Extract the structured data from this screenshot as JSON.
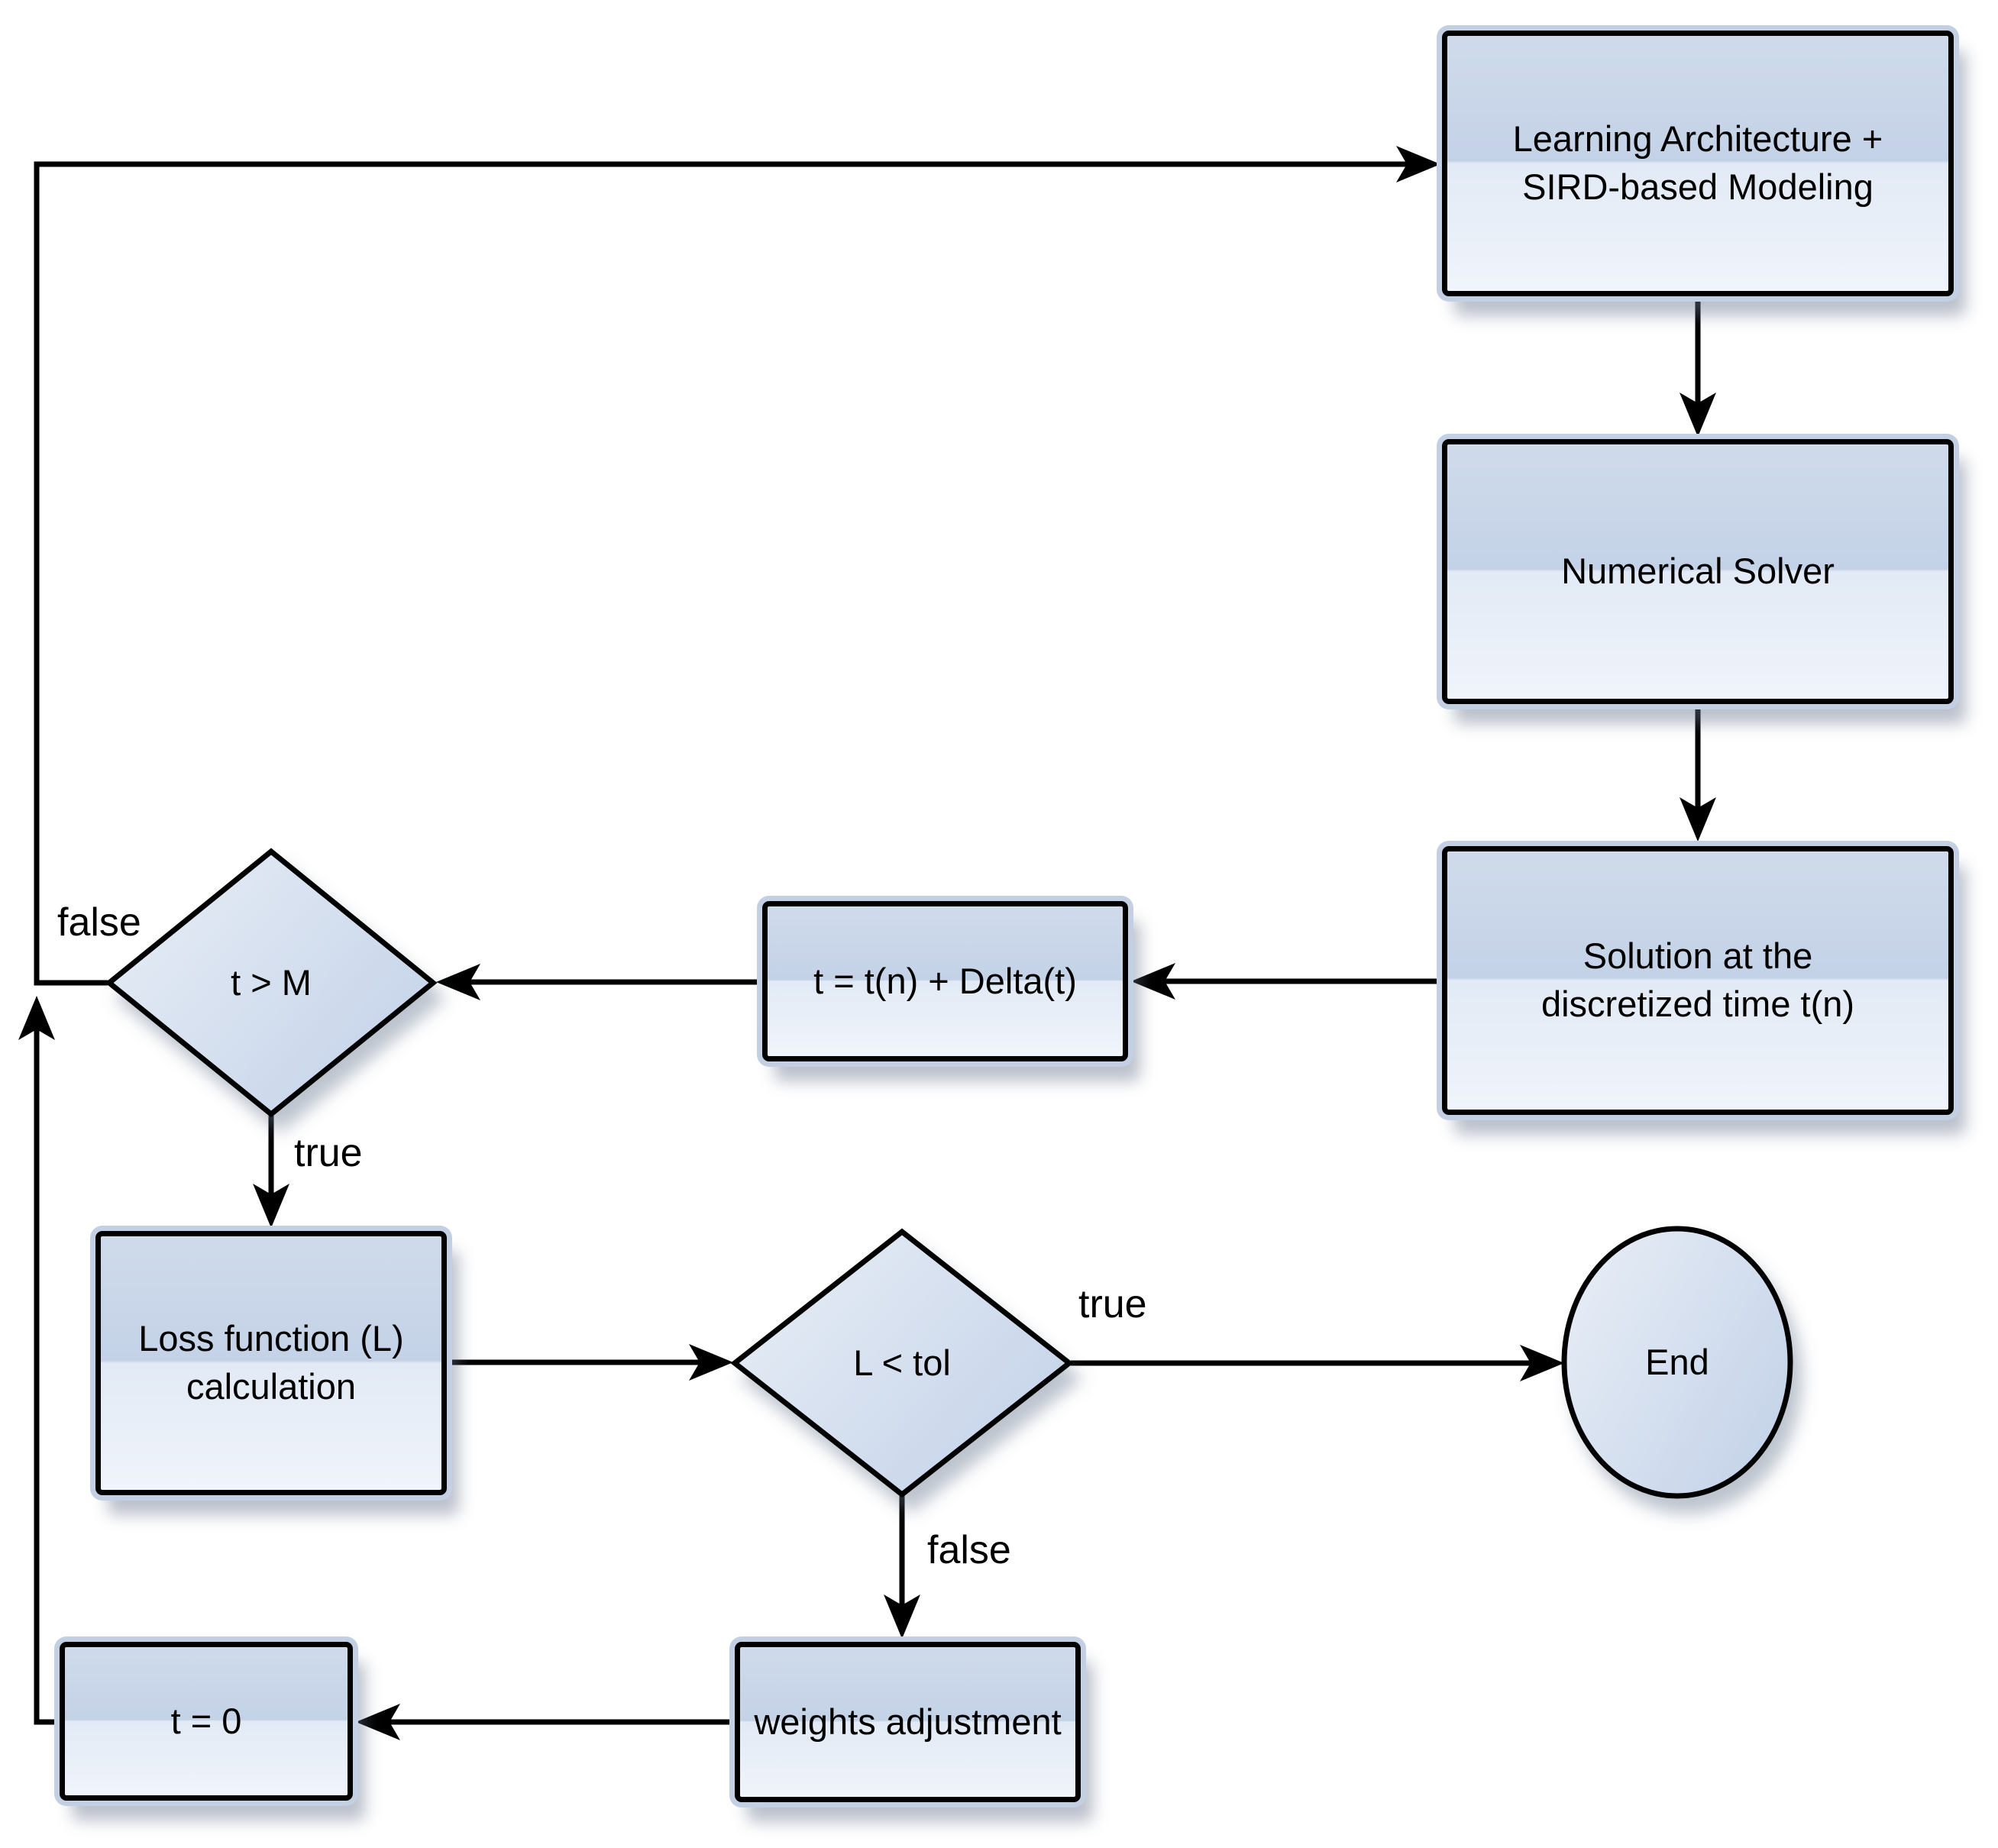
{
  "colors": {
    "background": "#ffffff",
    "line": "#000000",
    "node_border": "#000000",
    "node_halo": "#c3cfe2",
    "box_grad_1": "#cfdbeb",
    "box_grad_2": "#c4d2e7",
    "box_grad_3": "#e2eaf5",
    "box_grad_4": "#f0f4fb",
    "shape_grad_1": "#e7edf6",
    "shape_grad_2": "#c3d2e8",
    "shadow": "rgba(104,116,140,0.45)"
  },
  "nodes": {
    "learning": {
      "type": "process",
      "label": "Learning Architecture +\nSIRD-based Modeling"
    },
    "solver": {
      "type": "process",
      "label": "Numerical Solver"
    },
    "solution": {
      "type": "process",
      "label": "Solution at the\ndiscretized time t(n)"
    },
    "time_update": {
      "type": "process",
      "label": "t = t(n) + Delta(t)"
    },
    "t_gt_m": {
      "type": "decision",
      "label": "t > M"
    },
    "loss": {
      "type": "process",
      "label": "Loss function (L)\ncalculation"
    },
    "l_lt_tol": {
      "type": "decision",
      "label": "L < tol"
    },
    "end": {
      "type": "terminator",
      "label": "End"
    },
    "weights": {
      "type": "process",
      "label": "weights adjustment"
    },
    "t_zero": {
      "type": "process",
      "label": "t = 0"
    }
  },
  "edge_labels": {
    "t_gt_m_false": "false",
    "t_gt_m_true": "true",
    "l_lt_tol_true": "true",
    "l_lt_tol_false": "false"
  }
}
